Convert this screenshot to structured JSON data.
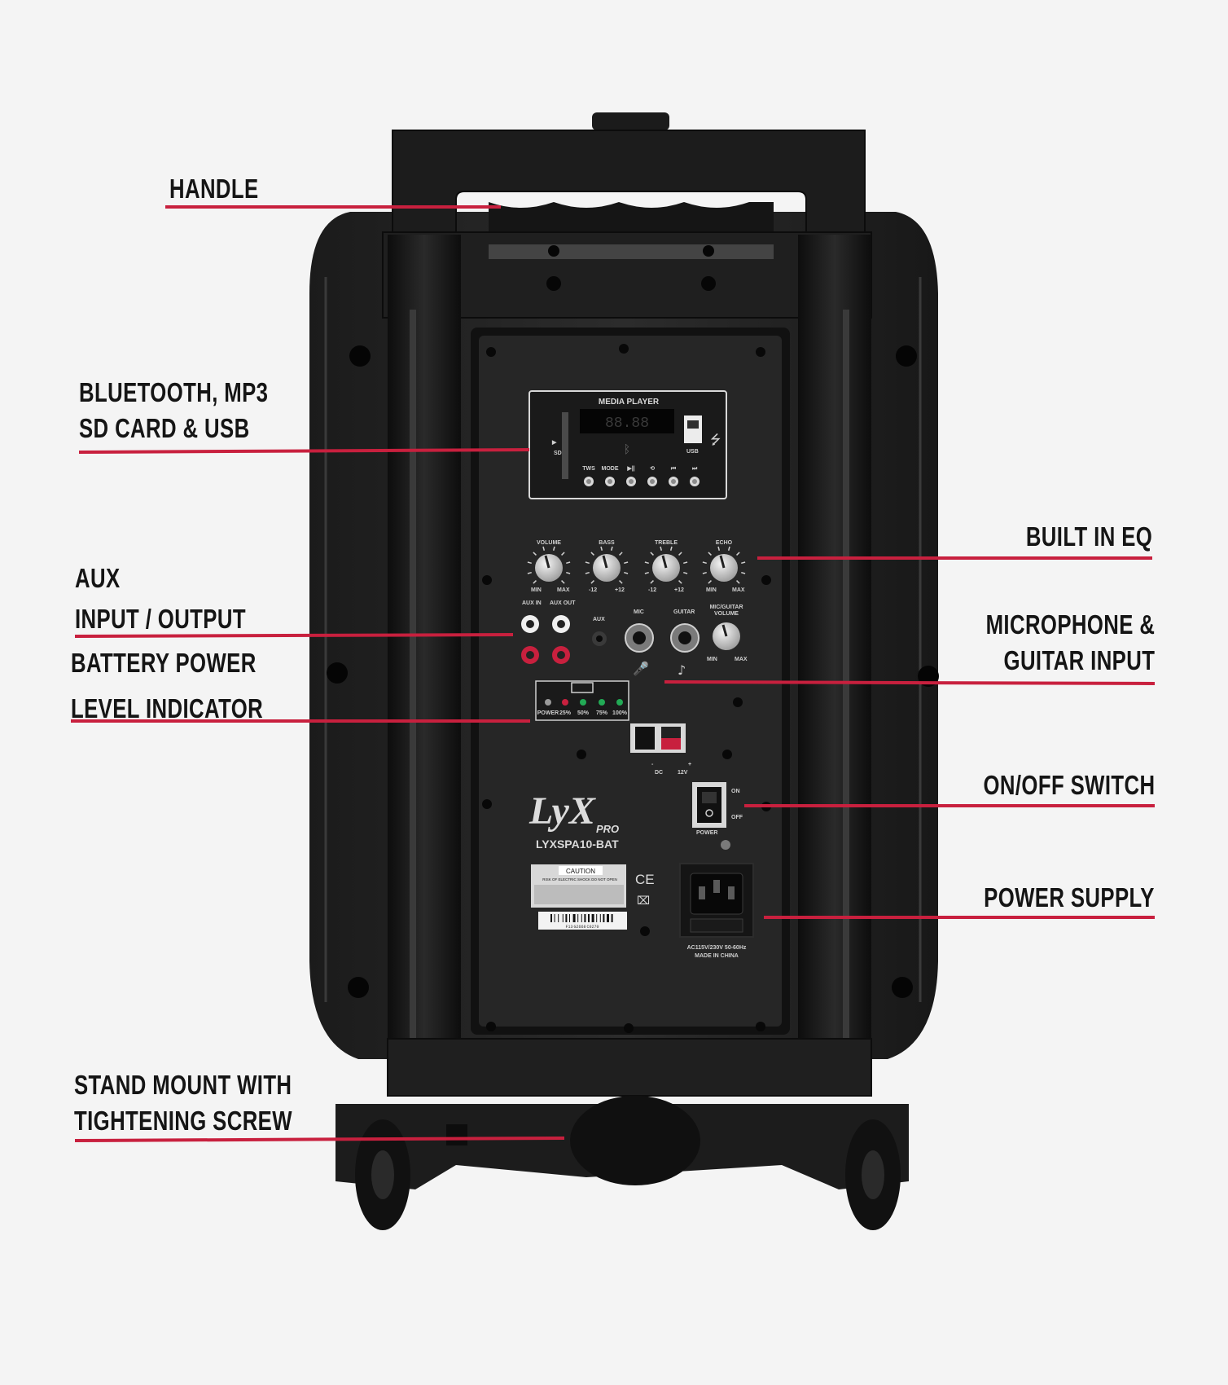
{
  "callouts": {
    "handle": "HANDLE",
    "bluetooth_line1": "BLUETOOTH, MP3",
    "bluetooth_line2": "SD CARD & USB",
    "aux_line1": "AUX",
    "aux_line2": "INPUT / OUTPUT",
    "battery_line1": "BATTERY POWER",
    "battery_line2": "LEVEL INDICATOR",
    "stand_line1": "STAND MOUNT WITH",
    "stand_line2": "TIGHTENING SCREW",
    "eq": "BUILT IN EQ",
    "mic_line1": "MICROPHONE &",
    "mic_line2": "GUITAR INPUT",
    "switch": "ON/OFF SWITCH",
    "power_supply": "POWER SUPPLY"
  },
  "panel": {
    "media_player": "MEDIA PLAYER",
    "sd": "SD",
    "usb": "USB",
    "buttons": [
      "TWS",
      "MODE",
      "▶||",
      "⟲",
      "⏮",
      "⏭"
    ],
    "knobs": [
      "VOLUME",
      "BASS",
      "TREBLE",
      "ECHO"
    ],
    "knob_min": "MIN",
    "knob_max": "MAX",
    "eq_min": "-12",
    "eq_max": "+12",
    "aux_in": "AUX IN",
    "aux_out": "AUX OUT",
    "aux": "AUX",
    "mic": "MIC",
    "guitar": "GUITAR",
    "mic_guitar_volume_1": "MIC/GUITAR",
    "mic_guitar_volume_2": "VOLUME",
    "battery_levels": [
      "POWER",
      "25%",
      "50%",
      "75%",
      "100%"
    ],
    "dc_minus": "-",
    "dc_plus": "+",
    "dc": "DC",
    "dc_voltage": "12V",
    "on": "ON",
    "off": "OFF",
    "power": "POWER",
    "brand": "LyX",
    "brand_sub": "PRO",
    "model": "LYXSPA10-BAT",
    "caution": "CAUTION",
    "caution_sub": "RISK OF ELECTRIC SHOCK DO NOT OPEN",
    "ce": "CE",
    "barcode_number": "F13 G2668 C0270",
    "ac_rating": "AC115V/230V 50-60Hz",
    "made_in": "MADE IN CHINA"
  },
  "colors": {
    "accent_line": "#c8203e",
    "label_text": "#151515",
    "speaker_body": "#1a1a1a",
    "panel": "#232323"
  }
}
